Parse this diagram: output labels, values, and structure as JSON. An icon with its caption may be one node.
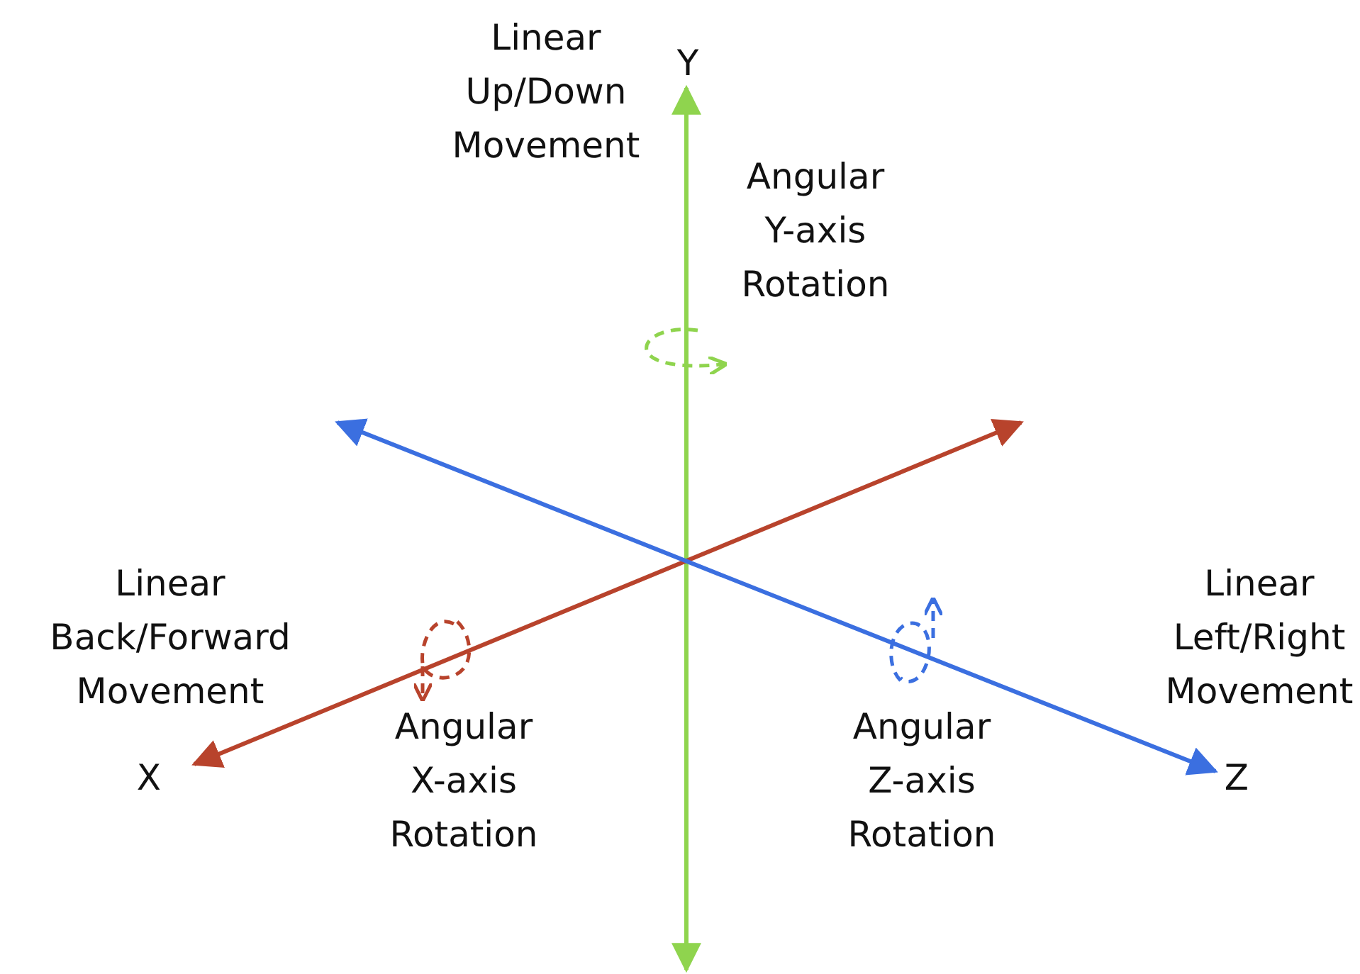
{
  "diagram": {
    "labels": [
      "Linear Up/Down Movement",
      "Y",
      "Angular Y-axis Rotation",
      "Linear Back/Forward Movement",
      "Linear Left/Right Movement",
      "Angular X-axis Rotation",
      "X",
      "Angular Z-axis Rotation",
      "Z"
    ]
  }
}
